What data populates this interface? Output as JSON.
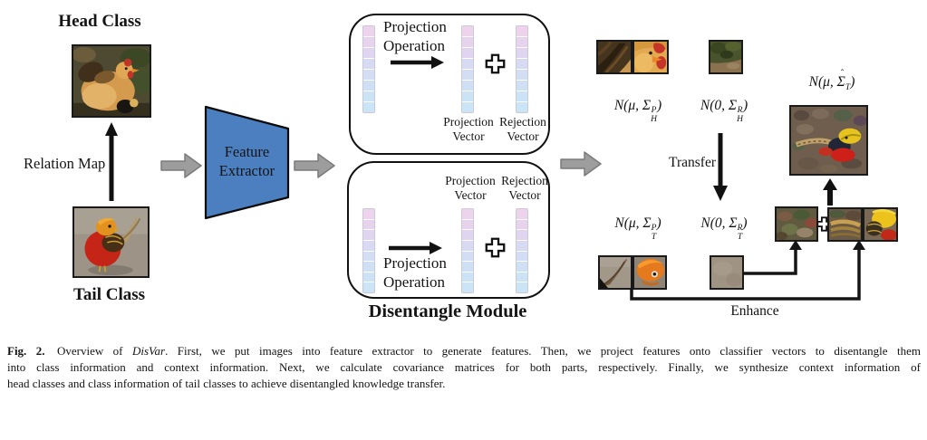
{
  "diagram": {
    "head_class_label": "Head Class",
    "tail_class_label": "Tail Class",
    "relation_map_label": "Relation Map",
    "feature_extractor_label": "Feature Extractor",
    "disentangle_module_label": "Disentangle Module",
    "projection_operation_label": "Projection Operation",
    "projection_vector_label": "Projection Vector",
    "rejection_vector_label": "Rejection Vector",
    "transfer_label": "Transfer",
    "enhance_label": "Enhance",
    "feature_extractor_fill": "#4b7fc0",
    "gray_arrow_fill": "#9d9d9d",
    "vector_cell_colors": [
      "#eed3ec",
      "#e7d3ee",
      "#dfd5f0",
      "#d8d9f2",
      "#d3ddf3",
      "#cfe0f4",
      "#cce2f5",
      "#cbe4f6"
    ],
    "distributions": {
      "head_projection": {
        "prefix": "N(μ, Σ",
        "sup": "P",
        "sub": "H",
        "suffix": ")"
      },
      "head_rejection": {
        "prefix": "N(0, Σ",
        "sup": "R",
        "sub": "H",
        "suffix": ")"
      },
      "tail_projection": {
        "prefix": "N(μ, Σ",
        "sup": "P",
        "sub": "T",
        "suffix": ")"
      },
      "tail_rejection": {
        "prefix": "N(0, Σ",
        "sup": "R",
        "sub": "T",
        "suffix": ")"
      },
      "synthesized": {
        "prefix": "N(μ, ",
        "sigma": "Σ",
        "hat": "ˆ",
        "sub": "T",
        "suffix": ")"
      }
    }
  },
  "caption": {
    "fig_label": "Fig. 2.",
    "l1_before_italic": " Overview of ",
    "l1_italic": "DisVar",
    "l1_after_italic": ". First, we put images into feature extractor to generate features. Then, we project features onto classifier vectors to disentangle them",
    "line2": "into class information and context information. Next, we calculate covariance matrices for both parts, respectively. Finally, we synthesize context information of",
    "line3": "head classes and class information of tail classes to achieve disentangled knowledge transfer."
  }
}
